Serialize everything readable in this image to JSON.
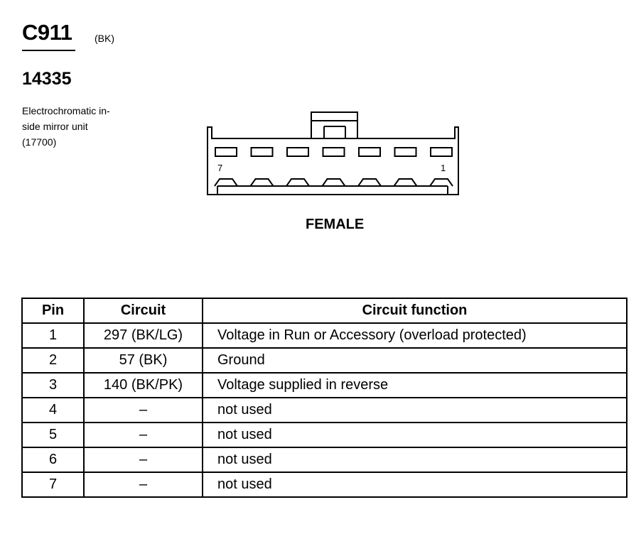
{
  "connector": {
    "id": "C911",
    "color_code": "(BK)",
    "part_number": "14335",
    "description_lines": [
      "Electrochromatic in-",
      "side mirror unit",
      "(17700)"
    ]
  },
  "diagram": {
    "pin_label_left": "7",
    "pin_label_right": "1",
    "gender": "FEMALE",
    "cavity_count": 7
  },
  "table": {
    "headers": {
      "pin": "Pin",
      "circuit": "Circuit",
      "function": "Circuit function"
    },
    "rows": [
      {
        "pin": "1",
        "circuit": "297 (BK/LG)",
        "function": "Voltage in Run or Accessory (overload protected)"
      },
      {
        "pin": "2",
        "circuit": "57 (BK)",
        "function": "Ground"
      },
      {
        "pin": "3",
        "circuit": "140 (BK/PK)",
        "function": "Voltage supplied in reverse"
      },
      {
        "pin": "4",
        "circuit": "–",
        "function": "not used"
      },
      {
        "pin": "5",
        "circuit": "–",
        "function": "not used"
      },
      {
        "pin": "6",
        "circuit": "–",
        "function": "not used"
      },
      {
        "pin": "7",
        "circuit": "–",
        "function": "not used"
      }
    ]
  }
}
